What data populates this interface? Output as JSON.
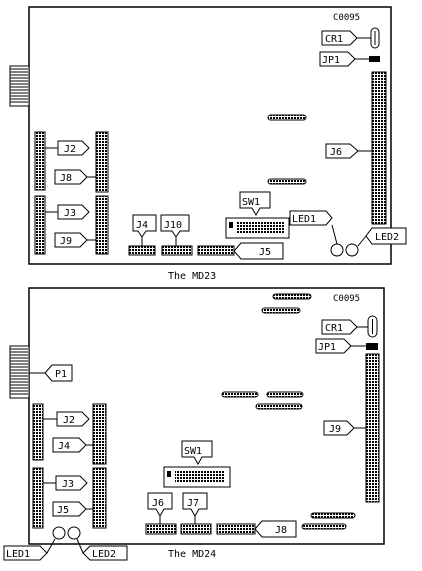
{
  "colors": {
    "ink": "#000000",
    "paper": "#ffffff"
  },
  "top_board": {
    "code": "C0095",
    "caption": "The MD23",
    "labels": {
      "cr1": "CR1",
      "jp1": "JP1",
      "j2": "J2",
      "j8": "J8",
      "j3": "J3",
      "j9": "J9",
      "j6": "J6",
      "j4": "J4",
      "j10": "J10",
      "j5": "J5",
      "sw1": "SW1",
      "led1": "LED1",
      "led2": "LED2"
    }
  },
  "bottom_board": {
    "code": "C0095",
    "caption": "The MD24",
    "labels": {
      "cr1": "CR1",
      "jp1": "JP1",
      "p1": "P1",
      "j2": "J2",
      "j4": "J4",
      "j3": "J3",
      "j5": "J5",
      "j9": "J9",
      "sw1": "SW1",
      "j6": "J6",
      "j7": "J7",
      "j8": "J8",
      "led1": "LED1",
      "led2": "LED2"
    }
  }
}
